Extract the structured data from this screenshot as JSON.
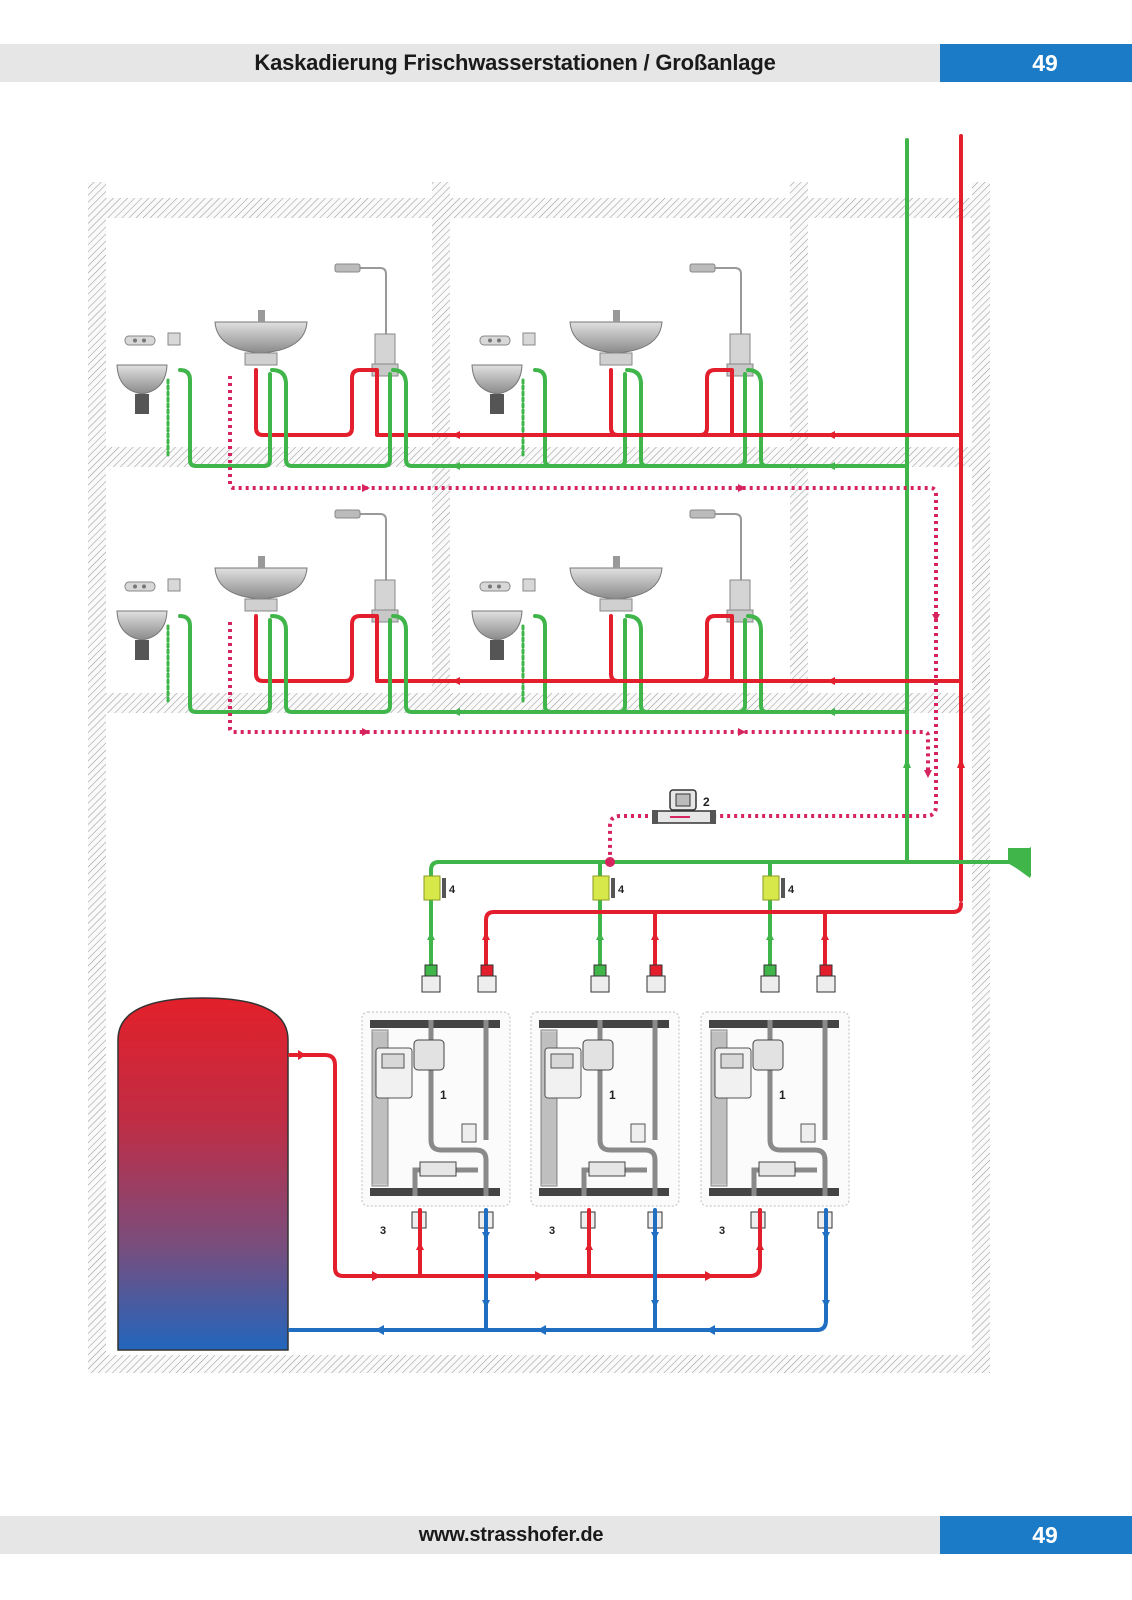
{
  "header": {
    "title": "Kaskadierung Frischwasserstationen / Großanlage",
    "page_number": "49"
  },
  "footer": {
    "url": "www.strasshofer.de",
    "page_number": "49"
  },
  "diagram": {
    "labels": {
      "station": "1",
      "pump": "2",
      "valve_bottom": "3",
      "meter": "4"
    },
    "colors": {
      "hot_water": "#e41f2d",
      "cold_water": "#3fb54a",
      "circulation": "#d6245e",
      "buffer_return": "#1f6ec1",
      "wall_hatch": "#b3b3b3"
    }
  }
}
